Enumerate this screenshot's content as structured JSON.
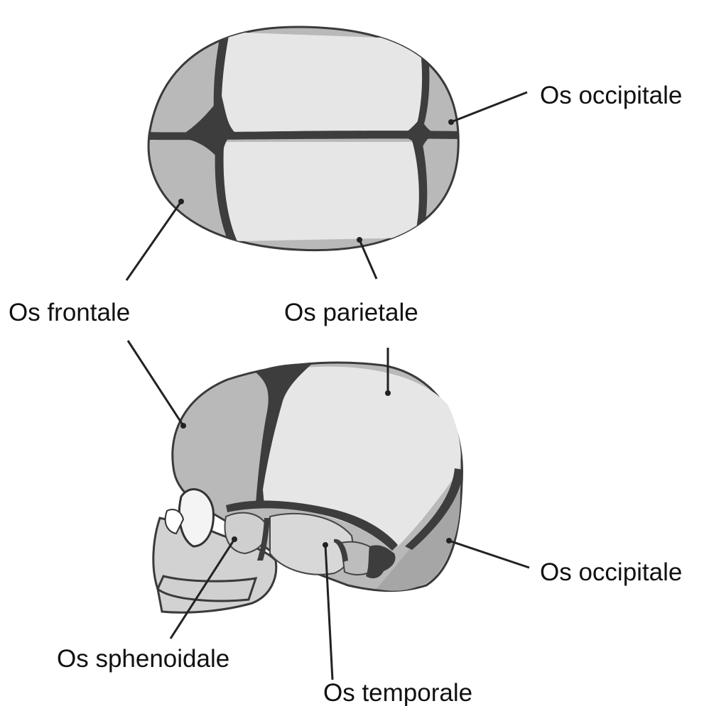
{
  "top_view": {
    "labels": {
      "occipital": "Os occipitale",
      "frontal": "Os frontale",
      "parietal": "Os parietale"
    }
  },
  "side_view": {
    "labels": {
      "occipital": "Os occipitale",
      "sphenoid": "Os sphenoidale",
      "temporal": "Os temporale"
    }
  },
  "colors": {
    "bone_light": "#e4e4e4",
    "bone_mid": "#b9b9b9",
    "bone_dark": "#a5a5a5",
    "suture": "#3d3d3d",
    "face": "#d2d2d2"
  }
}
